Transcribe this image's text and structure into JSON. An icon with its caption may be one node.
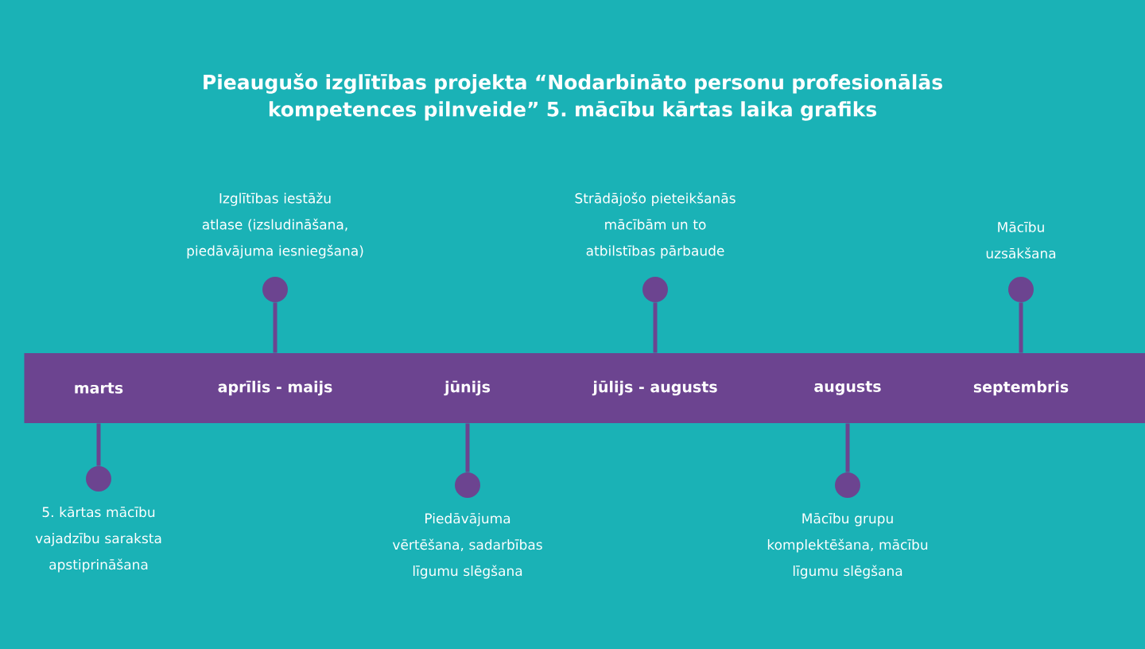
{
  "diagram": {
    "title": "Pieaugušo izglītības projekta “Nodarbināto personu profesionālās kompetences pilnveide” 5. mācību kārtas laika grafiks",
    "nodes": [
      {
        "text": [],
        "shape": "bar"
      },
      {
        "text": [
          "marts"
        ],
        "in": 0
      },
      {
        "text": [
          "aprīlis - maijs"
        ],
        "in": 0
      },
      {
        "text": [
          "jūnijs"
        ],
        "in": 0
      },
      {
        "text": [
          "jūlijs - augusts"
        ],
        "in": 0
      },
      {
        "text": [
          "augusts"
        ],
        "in": 0
      },
      {
        "text": [
          "septembris"
        ],
        "in": 0
      },
      {
        "text": [],
        "shape": "circle",
        "beside": [
          "5. kārtas mācību vajadzību saraksta apstiprināšana"
        ]
      },
      {
        "text": [],
        "shape": "circle",
        "beside": [
          "Izglītības iestāžu atlase (izsludināšana, piedāvājuma iesniegšana)"
        ]
      },
      {
        "text": [],
        "shape": "circle",
        "beside": [
          "Piedāvājuma vērtēšana, sadarbības līgumu slēgšana"
        ]
      },
      {
        "text": [],
        "shape": "circle",
        "beside": [
          "Strādājošo pieteikšanās mācībām un to atbilstības pārbaude"
        ]
      },
      {
        "text": [],
        "shape": "circle",
        "beside": [
          "Mācību grupu komplektēšana, mācību līgumu slēgšana"
        ]
      },
      {
        "text": [],
        "shape": "circle",
        "beside": [
          "Mācību uzsākšana"
        ]
      }
    ],
    "edges": [
      {
        "from": 7,
        "to": 0,
        "arrow": "none"
      },
      {
        "from": 8,
        "to": 0,
        "arrow": "none"
      },
      {
        "from": 9,
        "to": 0,
        "arrow": "none"
      },
      {
        "from": 10,
        "to": 0,
        "arrow": "none"
      },
      {
        "from": 11,
        "to": 0,
        "arrow": "none"
      },
      {
        "from": 12,
        "to": 0,
        "arrow": "none"
      }
    ]
  }
}
